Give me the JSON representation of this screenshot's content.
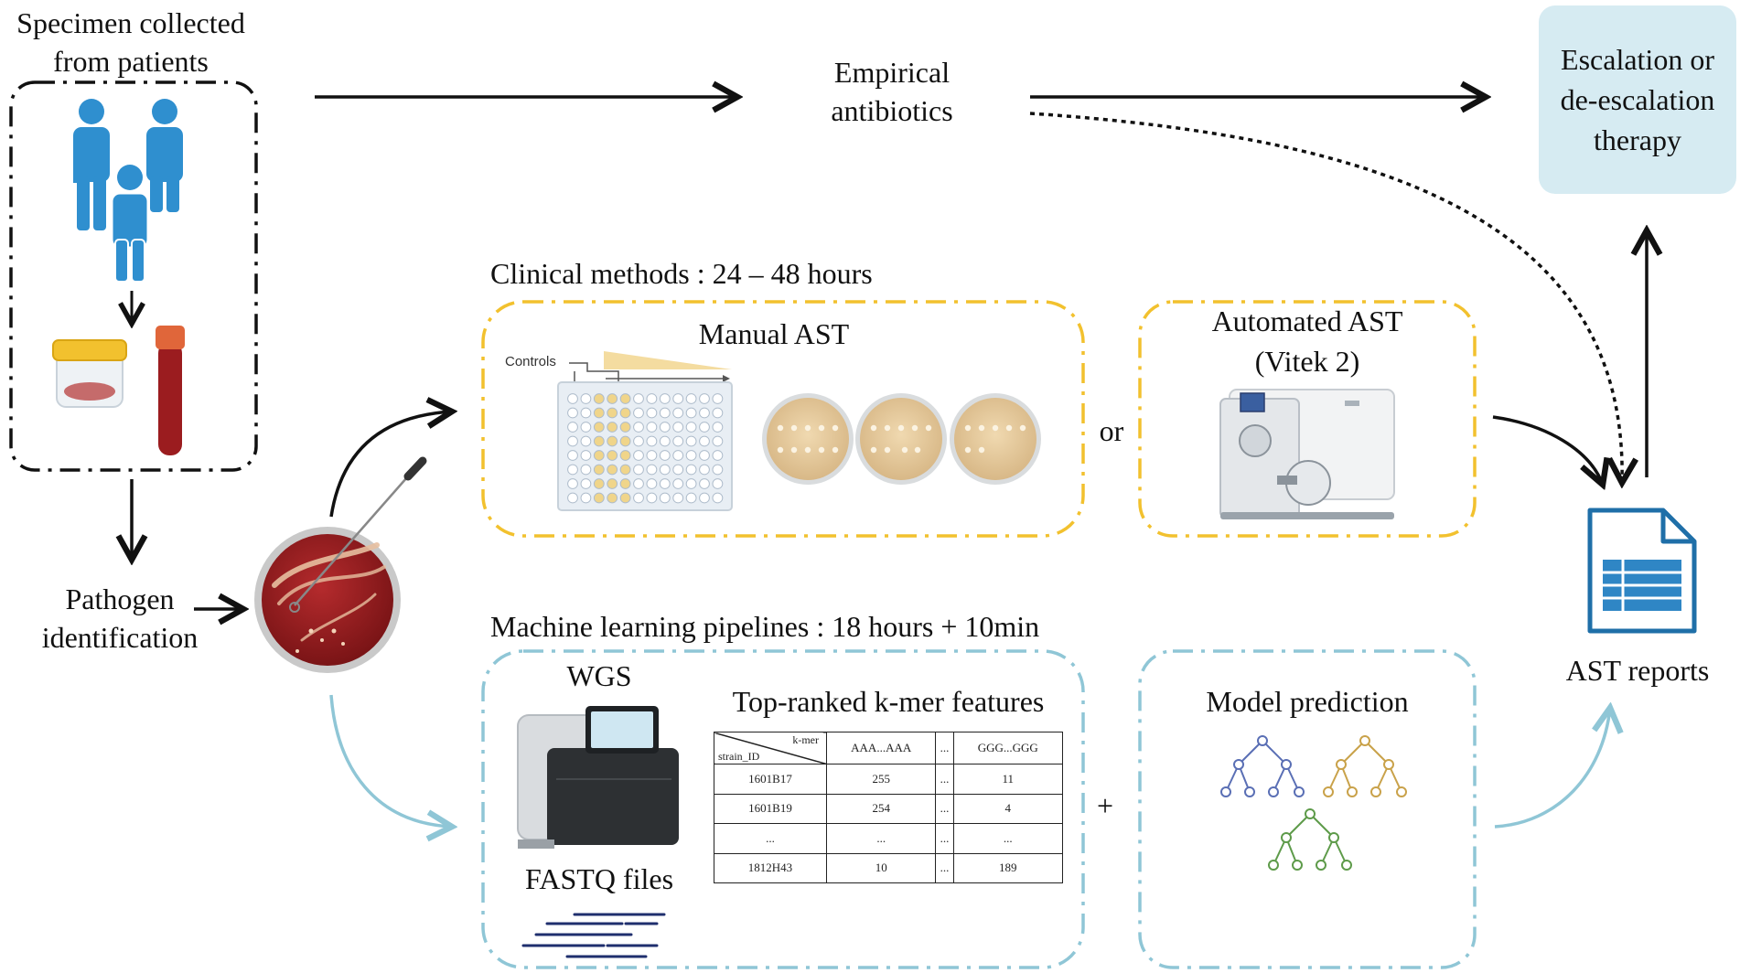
{
  "specimen": {
    "line1": "Specimen collected",
    "line2": "from patients"
  },
  "empirical": {
    "line1": "Empirical",
    "line2": "antibiotics"
  },
  "escalation": {
    "line1": "Escalation or",
    "line2": "de-escalation",
    "line3": "therapy"
  },
  "pathogen": {
    "line1": "Pathogen",
    "line2": "identification"
  },
  "clinical": {
    "title": "Clinical methods : 24 – 48 hours",
    "manual_label": "Manual AST",
    "controls_label": "Controls",
    "or_label": "or",
    "automated_line1": "Automated AST",
    "automated_line2": "(Vitek 2)"
  },
  "ml": {
    "title": "Machine learning pipelines : 18 hours + 10min",
    "wgs_label": "WGS",
    "fastq_label": "FASTQ files",
    "kmer_title": "Top-ranked k-mer features",
    "plus_label": "+",
    "model_label": "Model prediction"
  },
  "kmer_table": {
    "header_top": "k-mer",
    "header_bottom": "strain_ID",
    "columns": [
      "AAA...AAA",
      "...",
      "GGG...GGG"
    ],
    "rows": [
      [
        "1601B17",
        "255",
        "...",
        "11"
      ],
      [
        "1601B19",
        "254",
        "...",
        "4"
      ],
      [
        "...",
        "...",
        "...",
        "..."
      ],
      [
        "1812H43",
        "10",
        "...",
        "189"
      ]
    ]
  },
  "ast_reports": {
    "label": "AST reports"
  },
  "colors": {
    "people": "#2f8fcf",
    "clinical_border": "#f2c12e",
    "ml_border": "#8fc6d6",
    "escalation_bg": "#d6ebf2",
    "agar": "#e8caa0",
    "plate_red": "#9b1c1f",
    "tree_blue": "#5a6fb5",
    "tree_gold": "#c9a24a",
    "tree_green": "#5e9b4a",
    "report_blue": "#2f86c5"
  }
}
